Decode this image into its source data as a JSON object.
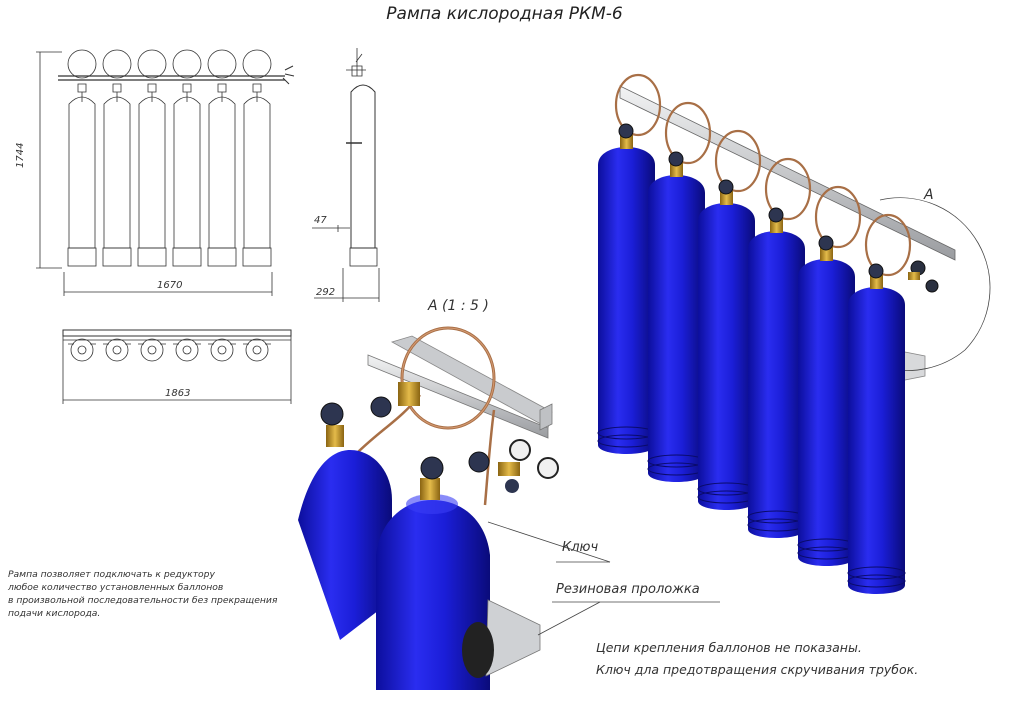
{
  "title": "Рампа кислородная РКМ-6",
  "colors": {
    "cylinder_blue": "#1d1fd6",
    "cylinder_dark": "#0d0f8a",
    "copper_tube": "#b6764d",
    "brass": "#c89a2a",
    "steel": "#d4d6d8",
    "drawing_line": "#333333"
  },
  "dimensions": {
    "height": "1744",
    "width_front": "1670",
    "width_top": "1863",
    "offset": "47",
    "depth": "292"
  },
  "labels": {
    "detail_marker": "A",
    "detail_scale": "А (1 : 5 )",
    "key": "Ключ",
    "rubber_pad": "Резиновая проложка"
  },
  "description": {
    "lines": [
      "Рампа позволяет подключать к редуктору",
      "любое количество установленных баллонов",
      "в произвольной последовательности без прекращения",
      "подачи кислорода."
    ]
  },
  "notes": [
    "Цепи крепления баллонов не показаны.",
    "Ключ дла предотвращения скручивания трубок."
  ],
  "cylinder_count": 6
}
